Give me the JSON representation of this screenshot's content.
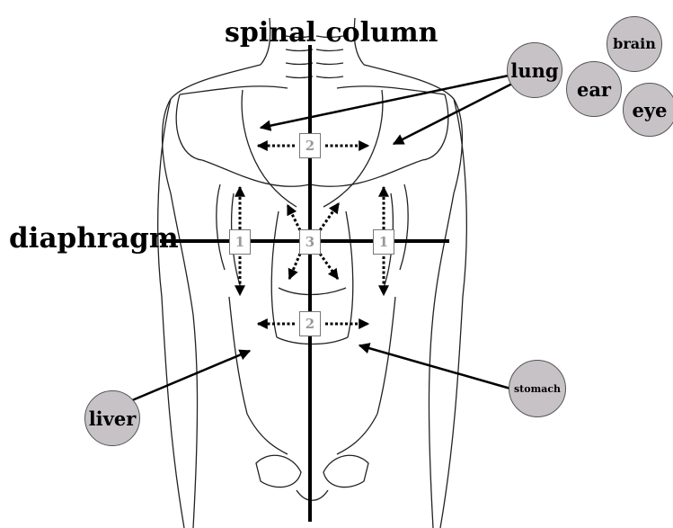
{
  "labels": {
    "spinal_column": "spinal column",
    "diaphragm": "diaphragm"
  },
  "organs": {
    "lung": "lung",
    "brain": "brain",
    "ear": "ear",
    "eye": "eye",
    "liver": "liver",
    "stomach": "stomach"
  },
  "markers": {
    "upper": "2",
    "left": "1",
    "center": "3",
    "right": "1",
    "lower": "2"
  },
  "colors": {
    "bubble_fill": "#c6c2c6",
    "marker_text": "#999999",
    "line": "#000000"
  }
}
